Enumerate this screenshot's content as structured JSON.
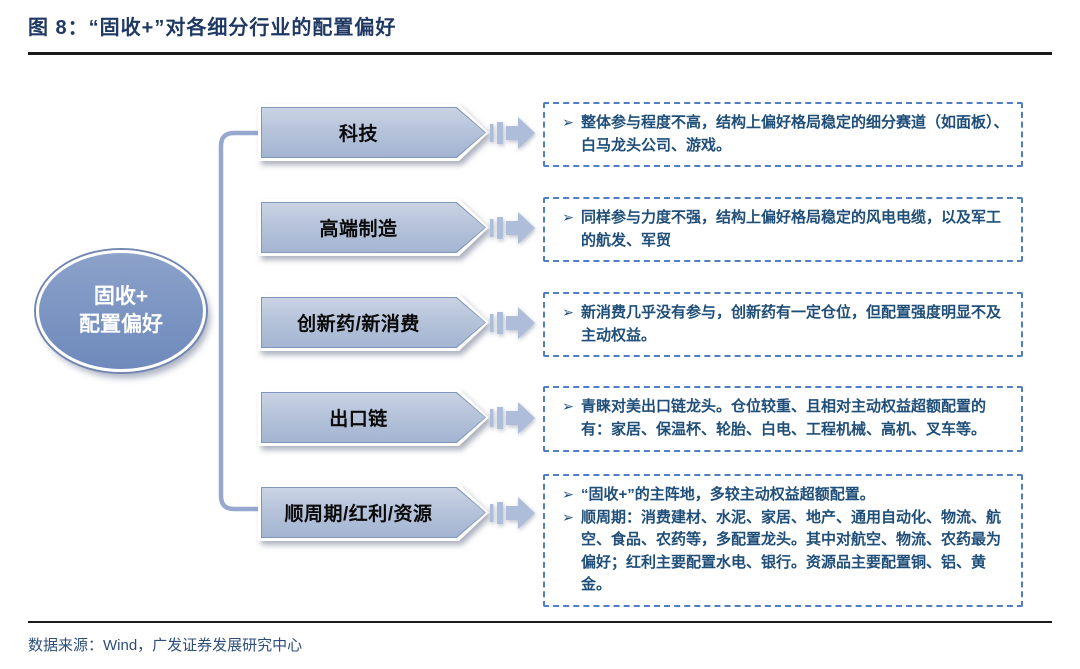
{
  "figure": {
    "title": "图 8：“固收+”对各细分行业的配置偏好",
    "source": "数据来源：Wind，广发证券发展研究中心"
  },
  "ellipse": {
    "line1": "固收+",
    "line2": "配置偏好"
  },
  "glyphs": {
    "bullet": "➢"
  },
  "rows": [
    {
      "category": "科技",
      "bullets": [
        "整体参与程度不高，结构上偏好格局稳定的细分赛道（如面板）、白马龙头公司、游戏。"
      ]
    },
    {
      "category": "高端制造",
      "bullets": [
        "同样参与力度不强，结构上偏好格局稳定的风电电缆，以及军工的航发、军贸"
      ]
    },
    {
      "category": "创新药/新消费",
      "bullets": [
        "新消费几乎没有参与，创新药有一定仓位，但配置强度明显不及主动权益。"
      ]
    },
    {
      "category": "出口链",
      "bullets": [
        "青睐对美出口链龙头。仓位较重、且相对主动权益超额配置的有：家居、保温杯、轮胎、白电、工程机械、高机、叉车等。"
      ]
    },
    {
      "category": "顺周期/红利/资源",
      "bullets": [
        "“固收+”的主阵地，多较主动权益超额配置。",
        "顺周期：消费建材、水泥、家居、地产、通用自动化、物流、航空、食品、农药等，多配置龙头。其中对航空、物流、农药最为偏好；红利主要配置水电、银行。资源品主要配置铜、铝、黄金。"
      ]
    }
  ],
  "colors": {
    "title_navy": "#1F3864",
    "shape_fill": "#AEBDD8",
    "dashed_border_blue": "#4F7FC0",
    "bullet_text_blue": "#1F4E79",
    "connector_blue": "#96A8CD"
  }
}
